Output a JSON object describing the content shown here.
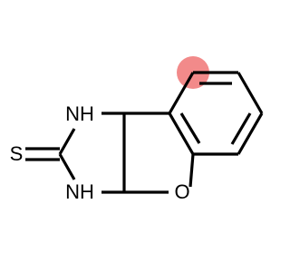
{
  "molecule": {
    "atoms": {
      "nh_top": "NH",
      "nh_bottom": "NH",
      "sulfur": "S",
      "oxygen": "O"
    },
    "highlight_color": "#f28a8a",
    "bond_color": "#000000",
    "background_color": "#ffffff"
  }
}
